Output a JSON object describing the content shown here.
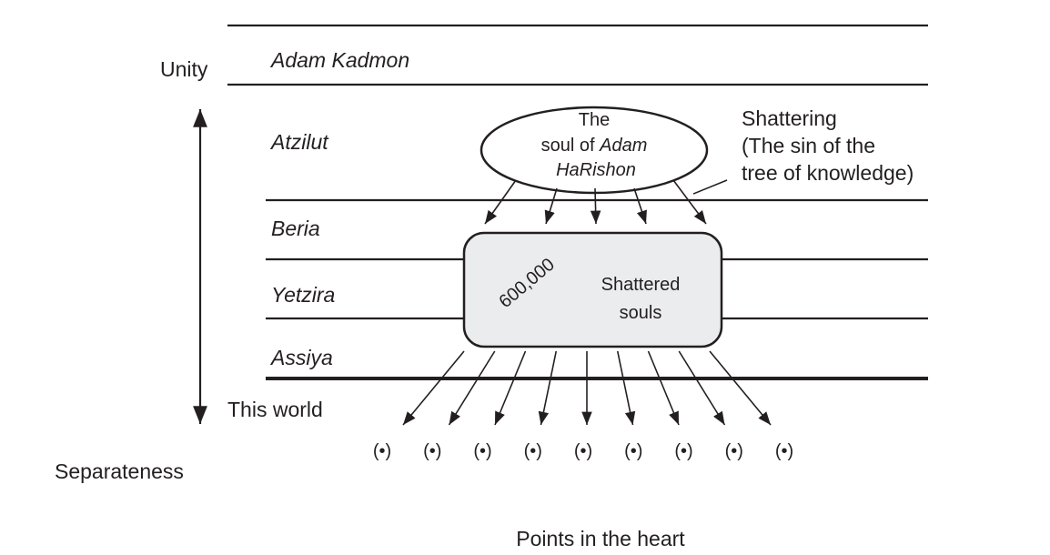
{
  "levels": [
    "Adam Kadmon",
    "Atzilut",
    "Beria",
    "Yetzira",
    "Assiya"
  ],
  "axis": {
    "top": "Unity",
    "bottom": "Separateness"
  },
  "this_world": "This world",
  "soul": {
    "line1": "The",
    "line2a": "soul of ",
    "line2b": "Adam",
    "line3": "HaRishon"
  },
  "shattering": [
    "Shattering",
    "(The sin of the",
    "tree of knowledge)"
  ],
  "box": {
    "count": "600,000",
    "line1": "Shattered",
    "line2": "souls",
    "fill": "#ebecee"
  },
  "point_symbol": "(•)",
  "point_count": 9,
  "points_caption": "Points in the heart"
}
